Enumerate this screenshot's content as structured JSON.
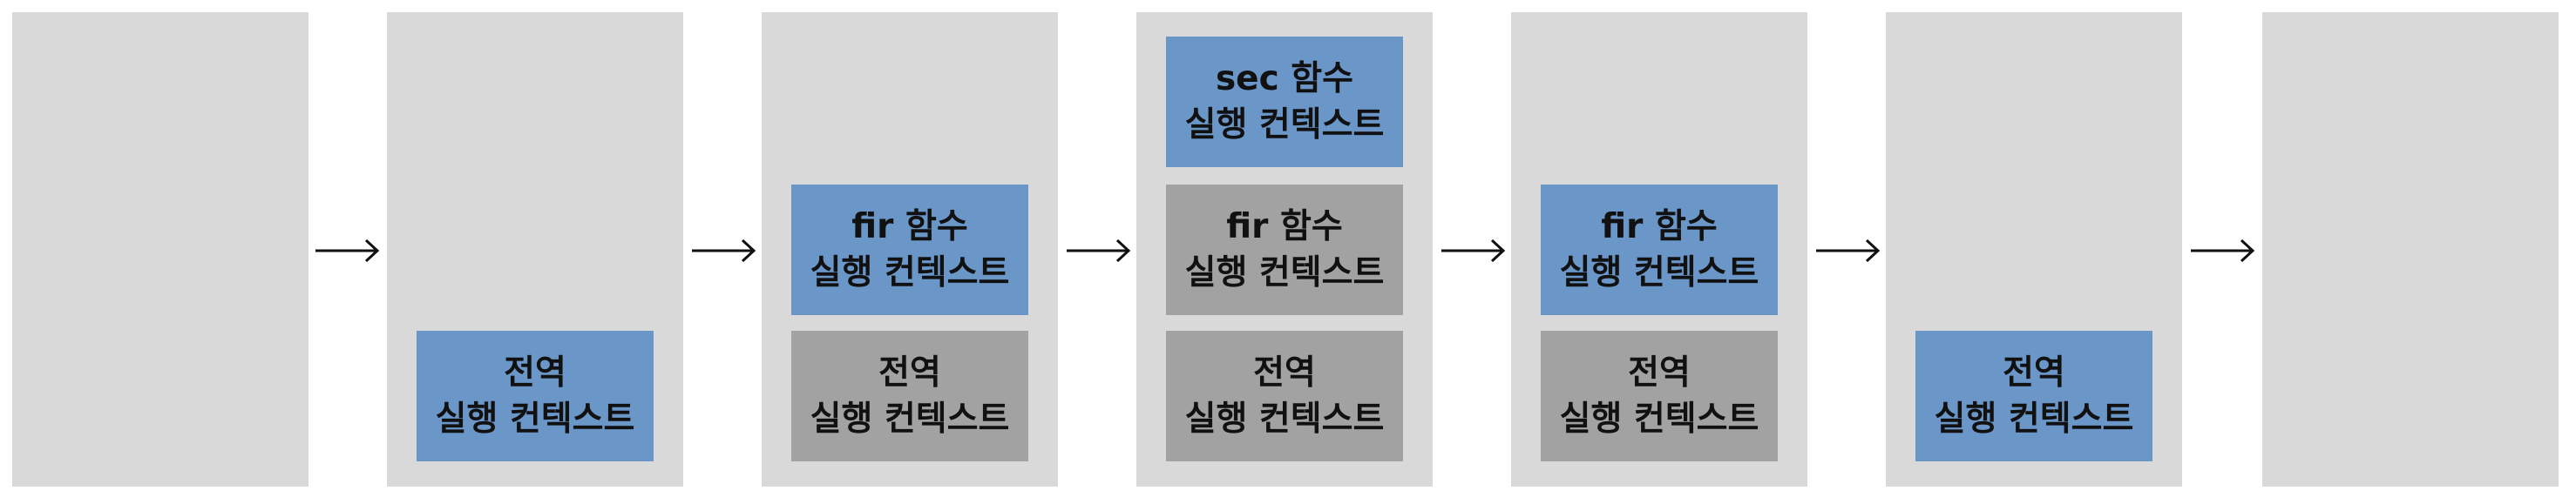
{
  "diagram": {
    "stacks": [
      {
        "name": "empty",
        "contexts": []
      },
      {
        "name": "global-only",
        "contexts": [
          {
            "kind": "global",
            "line1": "전역",
            "line2": "실행 컨텍스트",
            "state": "active"
          }
        ]
      },
      {
        "name": "fir-called",
        "contexts": [
          {
            "kind": "fir",
            "line1": "fir 함수",
            "line2": "실행 컨텍스트",
            "state": "active"
          },
          {
            "kind": "global",
            "line1": "전역",
            "line2": "실행 컨텍스트",
            "state": "inactive"
          }
        ]
      },
      {
        "name": "sec-called",
        "contexts": [
          {
            "kind": "sec",
            "line1": "sec 함수",
            "line2": "실행 컨텍스트",
            "state": "active"
          },
          {
            "kind": "fir",
            "line1": "fir 함수",
            "line2": "실행 컨텍스트",
            "state": "inactive"
          },
          {
            "kind": "global",
            "line1": "전역",
            "line2": "실행 컨텍스트",
            "state": "inactive"
          }
        ]
      },
      {
        "name": "sec-returned",
        "contexts": [
          {
            "kind": "fir",
            "line1": "fir 함수",
            "line2": "실행 컨텍스트",
            "state": "active"
          },
          {
            "kind": "global",
            "line1": "전역",
            "line2": "실행 컨텍스트",
            "state": "inactive"
          }
        ]
      },
      {
        "name": "fir-returned",
        "contexts": [
          {
            "kind": "global",
            "line1": "전역",
            "line2": "실행 컨텍스트",
            "state": "active"
          }
        ]
      },
      {
        "name": "program-ended",
        "contexts": []
      }
    ],
    "arrow_glyph": "→",
    "colors": {
      "stack_background": "#d9d9d9",
      "active_context": "#6a96c8",
      "inactive_context": "#a2a2a2",
      "text": "#111111",
      "arrow": "#111111"
    }
  }
}
